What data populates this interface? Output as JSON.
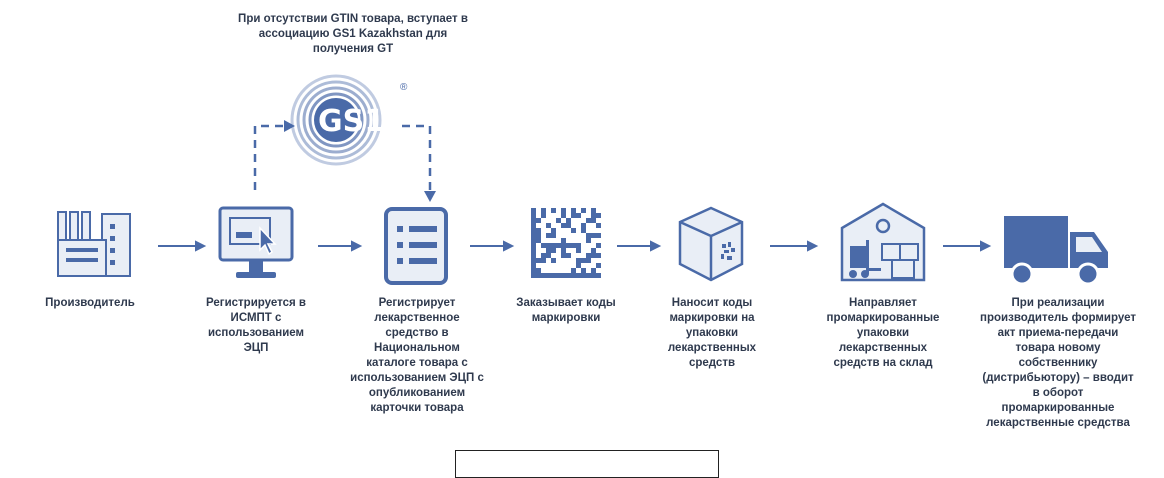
{
  "colors": {
    "primary": "#4a6aa8",
    "light": "#e9eef6",
    "text": "#2f3a4e",
    "arrow": "#4a6aa8"
  },
  "top_note": "При отсутствии GTIN товара, вступает в ассоциацию GS1 Kazakhstan для получения GT",
  "logo": {
    "text": "GS1",
    "registered": "®"
  },
  "steps": [
    {
      "icon": "factory-icon",
      "label": "Производитель"
    },
    {
      "icon": "computer-monitor-icon",
      "label": "Регистрируется в ИСМПТ с использованием ЭЦП"
    },
    {
      "icon": "list-document-icon",
      "label": "Регистрирует лекарственное средство в Национальном каталоге товара с использованием ЭЦП с опубликованием карточки товара"
    },
    {
      "icon": "datamatrix-code-icon",
      "label": "Заказывает коды маркировки"
    },
    {
      "icon": "package-box-icon",
      "label": "Наносит коды маркировки на упаковки лекарственных средств"
    },
    {
      "icon": "warehouse-forklift-icon",
      "label": "Направляет промаркированные упаковки лекарственных средств на склад"
    },
    {
      "icon": "delivery-truck-icon",
      "label": "При реализации производитель формирует акт приема-передачи товара новому собственнику (дистрибьютору) – вводит в оборот промаркированные лекарственные средства"
    }
  ]
}
